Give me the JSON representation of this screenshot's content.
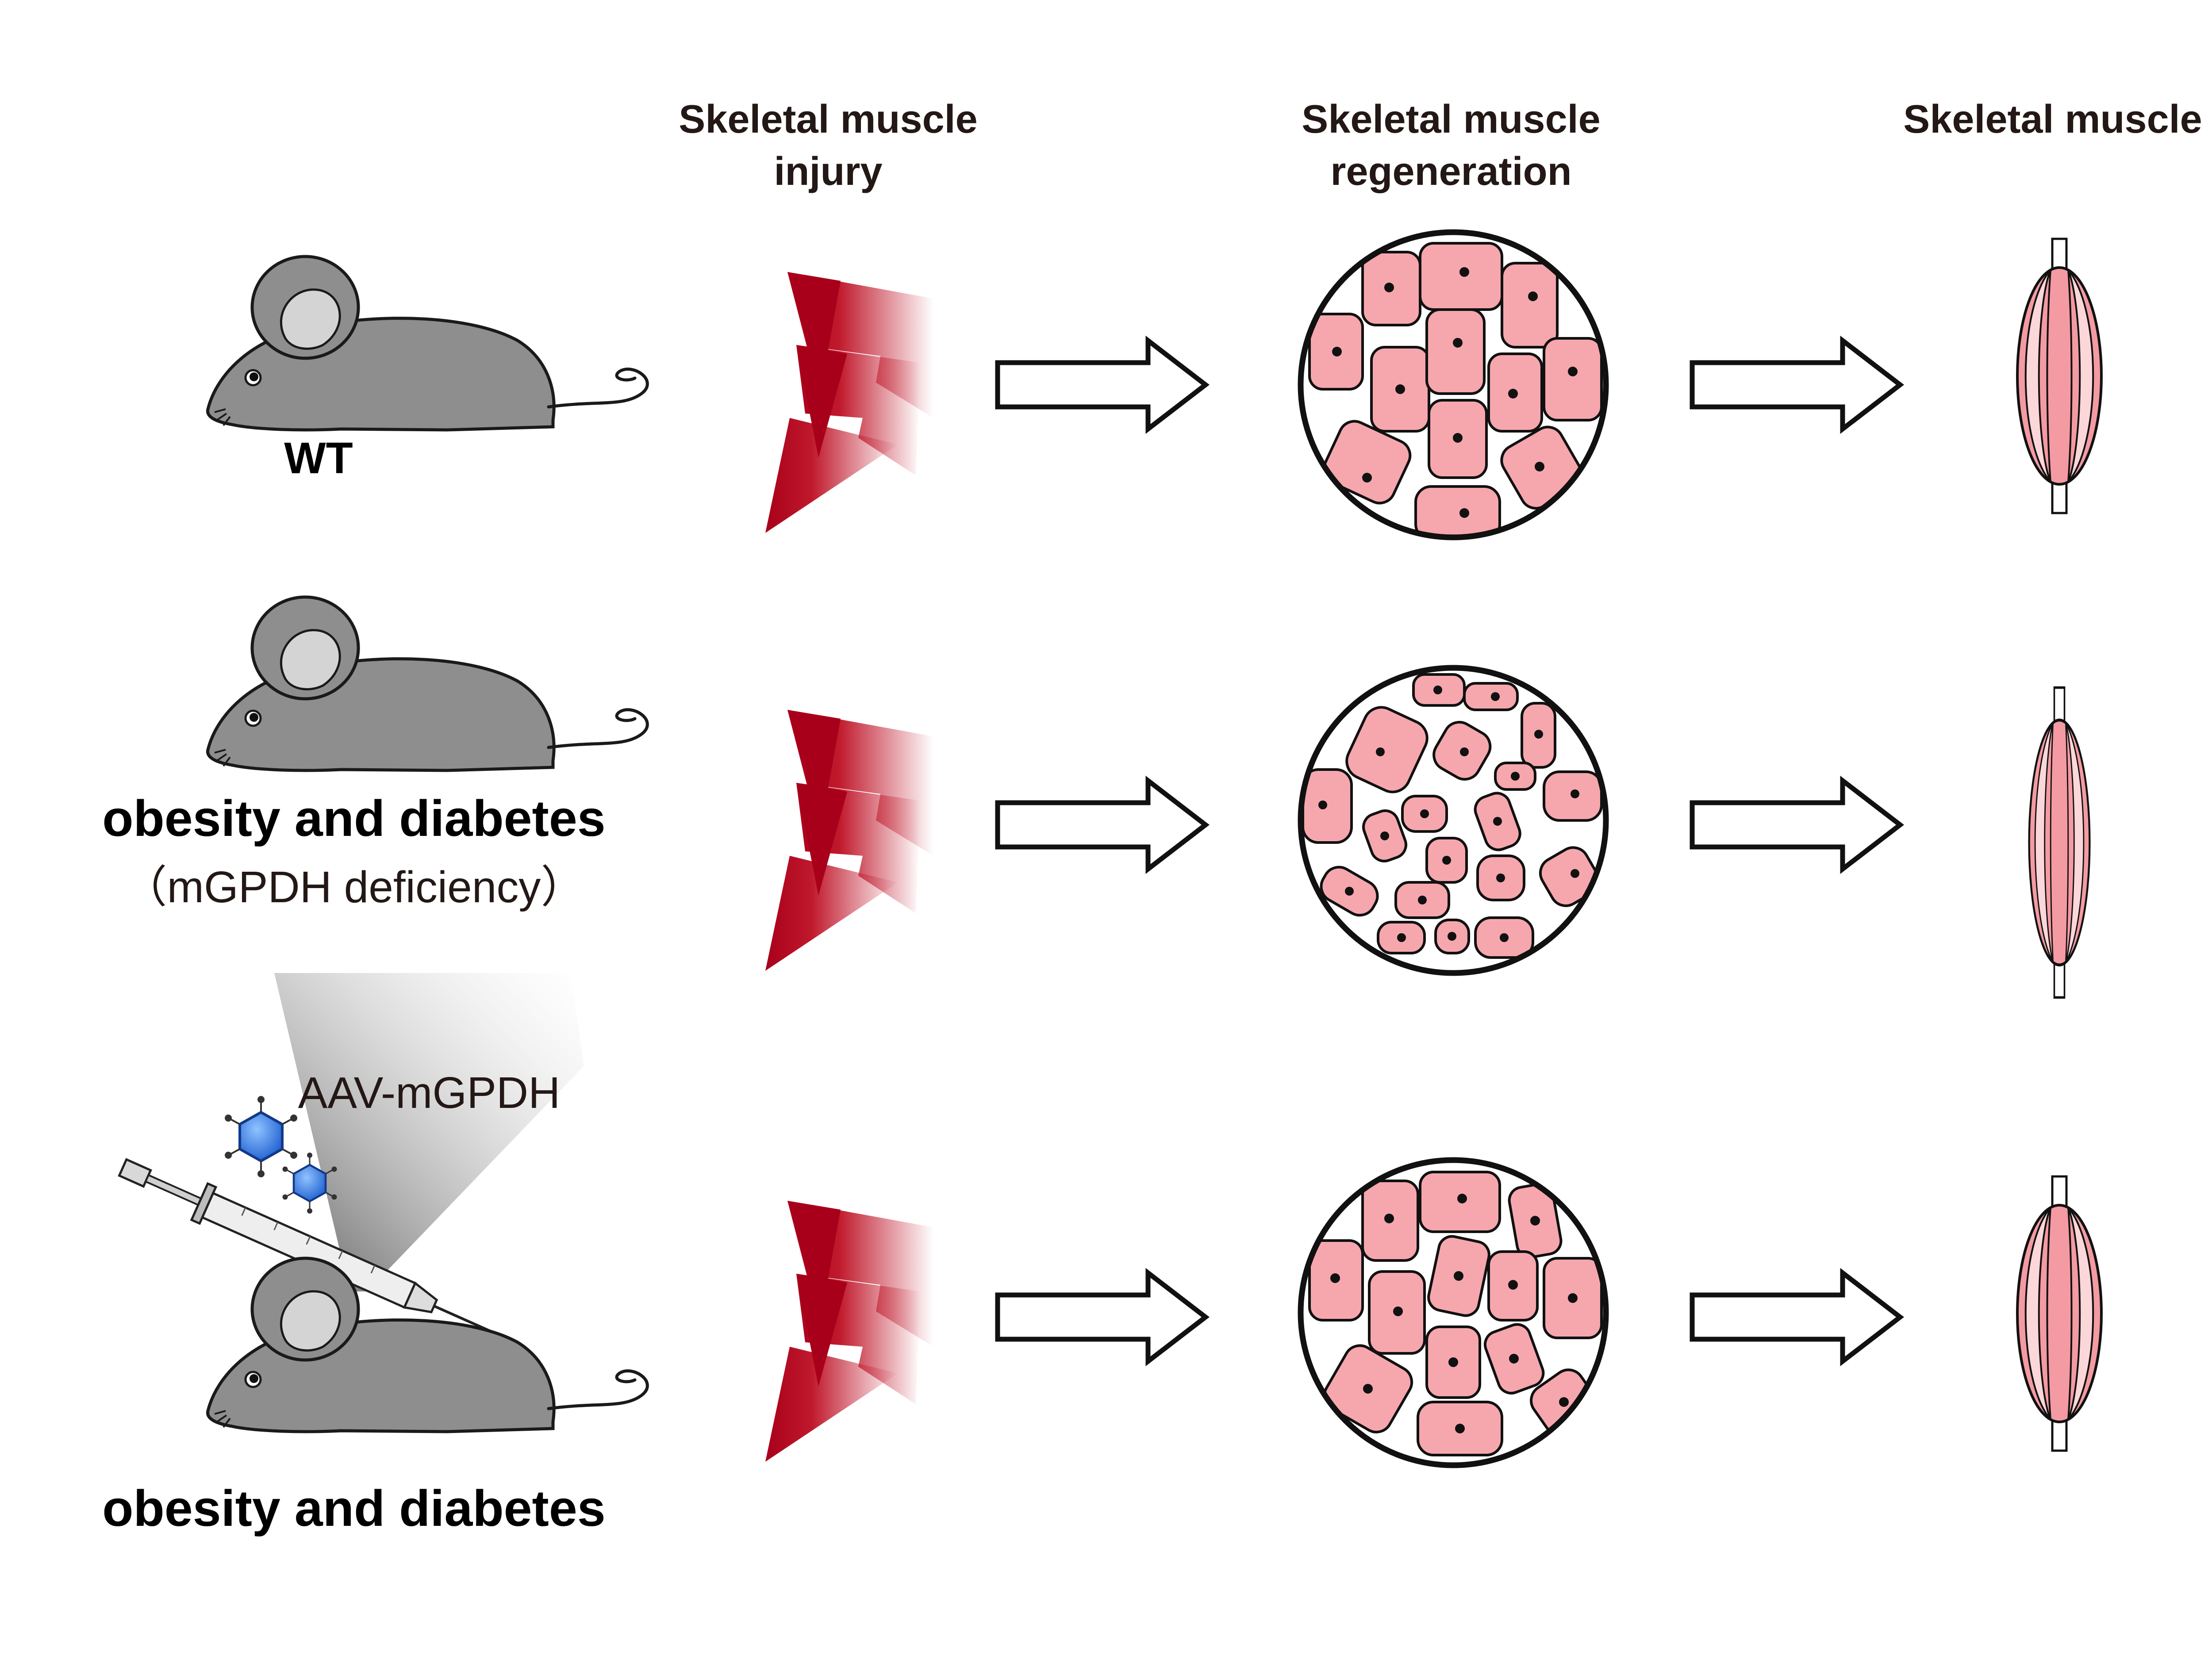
{
  "headers": {
    "injury_line1": "Skeletal muscle",
    "injury_line2": "injury",
    "regen_line1": "Skeletal muscle",
    "regen_line2": "regeneration",
    "muscle": "Skeletal muscle"
  },
  "rows": [
    {
      "label": "WT",
      "sublabel": ""
    },
    {
      "label": "obesity and diabetes",
      "sublabel": "（mGPDH deficiency）"
    },
    {
      "label": "obesity and diabetes",
      "sublabel": ""
    }
  ],
  "treatment": {
    "label": "AAV-mGPDH"
  },
  "colors": {
    "mouse": "#8e8e8e",
    "ear_inner": "#d4d4d4",
    "cell_fill": "#f5a7ad",
    "bolt": "#b40d1f",
    "muscle_dark": "#f49aa2",
    "muscle_light": "#fbd7da",
    "molecule": "#2a6fe0"
  },
  "icons": [
    "mouse-icon",
    "lightning-bolt-icon",
    "arrow-right-icon",
    "muscle-tissue-icon",
    "muscle-icon",
    "syringe-icon",
    "molecule-icon"
  ]
}
